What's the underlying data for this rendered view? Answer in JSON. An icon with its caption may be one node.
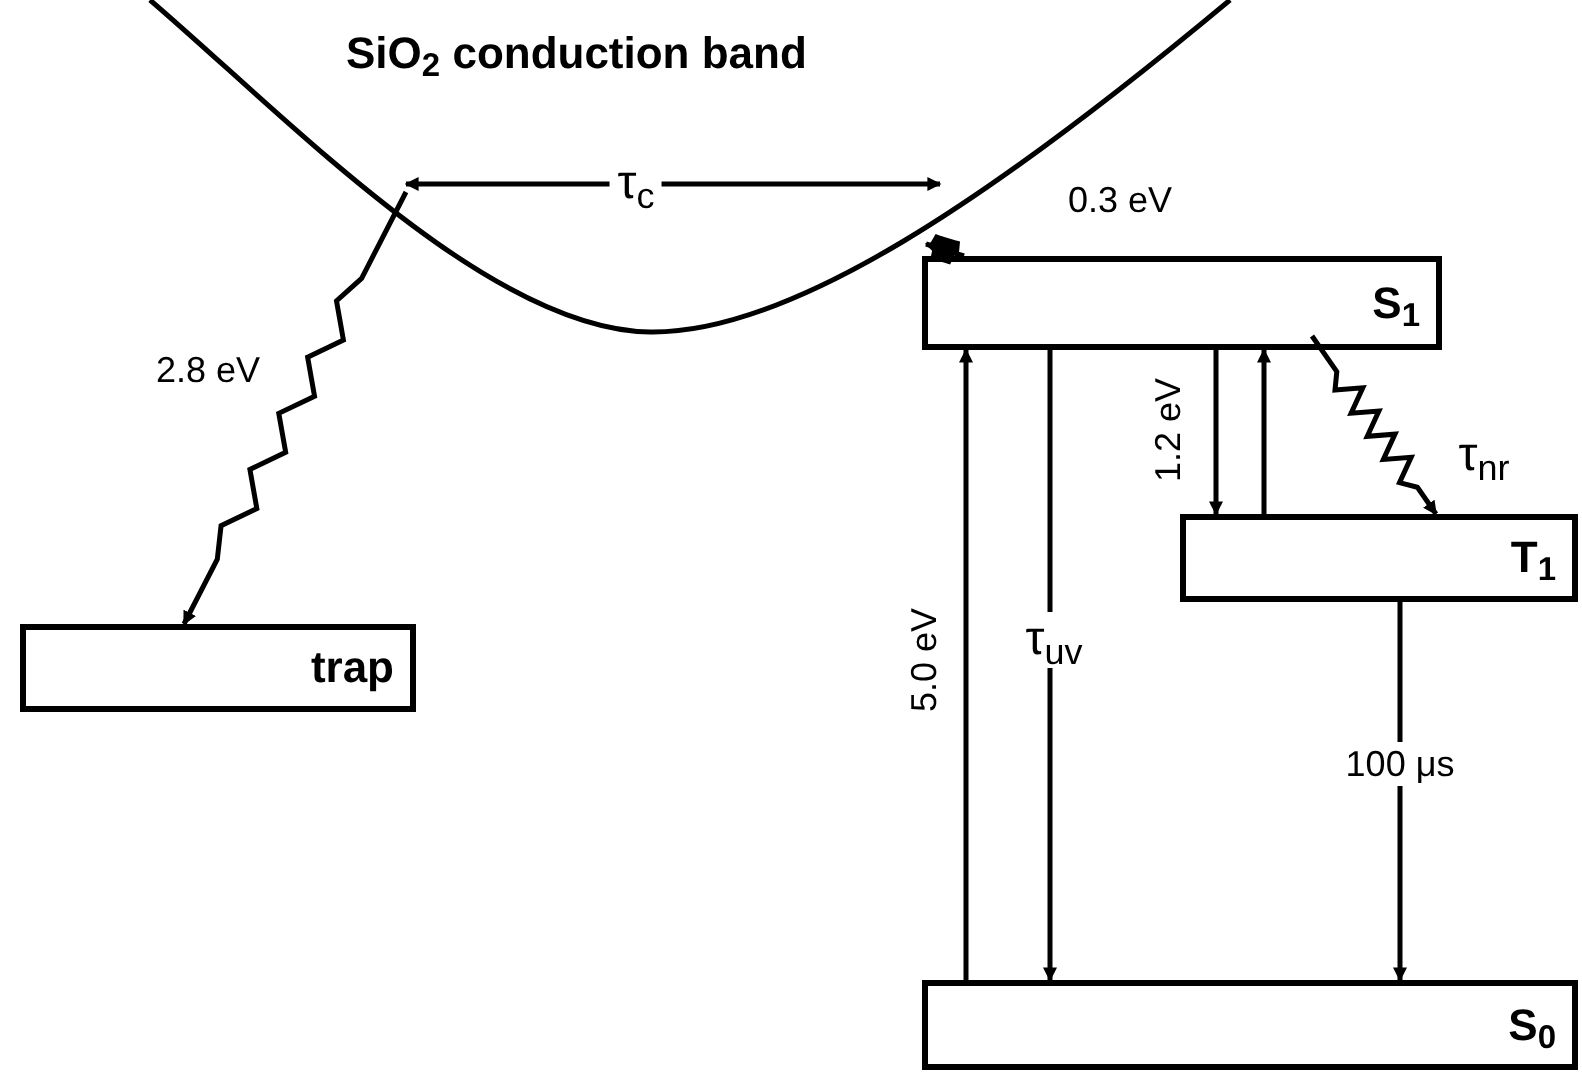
{
  "diagram": {
    "nodes": [
      {
        "text": [
          "SiO$_{2}$ conduction band"
        ]
      },
      {
        "text": [
          "trap"
        ]
      },
      {
        "text": [
          "S$_{1}$"
        ]
      },
      {
        "text": [
          "T$_{1}$"
        ]
      },
      {
        "text": [
          "S$_{0}$"
        ]
      }
    ],
    "edges": [
      {
        "from": 2,
        "to": 0,
        "arrow": "to",
        "label": "0.3 eV"
      },
      {
        "from": 0,
        "to": 0,
        "arrow": "both",
        "label": "τ$_{c}$"
      },
      {
        "from": 0,
        "to": 1,
        "arrow": "to",
        "label": "2.8 eV"
      },
      {
        "from": 4,
        "to": 2,
        "arrow": "to",
        "label": "5.0 eV"
      },
      {
        "from": 2,
        "to": 4,
        "arrow": "to",
        "label": "τ$_{uv}$"
      },
      {
        "from": 2,
        "to": 3,
        "arrow": "to",
        "label": "1.2 eV"
      },
      {
        "from": 3,
        "to": 2,
        "arrow": "to"
      },
      {
        "from": 2,
        "to": 3,
        "arrow": "to",
        "label": "τ$_{nr}$"
      },
      {
        "from": 3,
        "to": 4,
        "arrow": "to",
        "label": "100 μs"
      }
    ]
  }
}
